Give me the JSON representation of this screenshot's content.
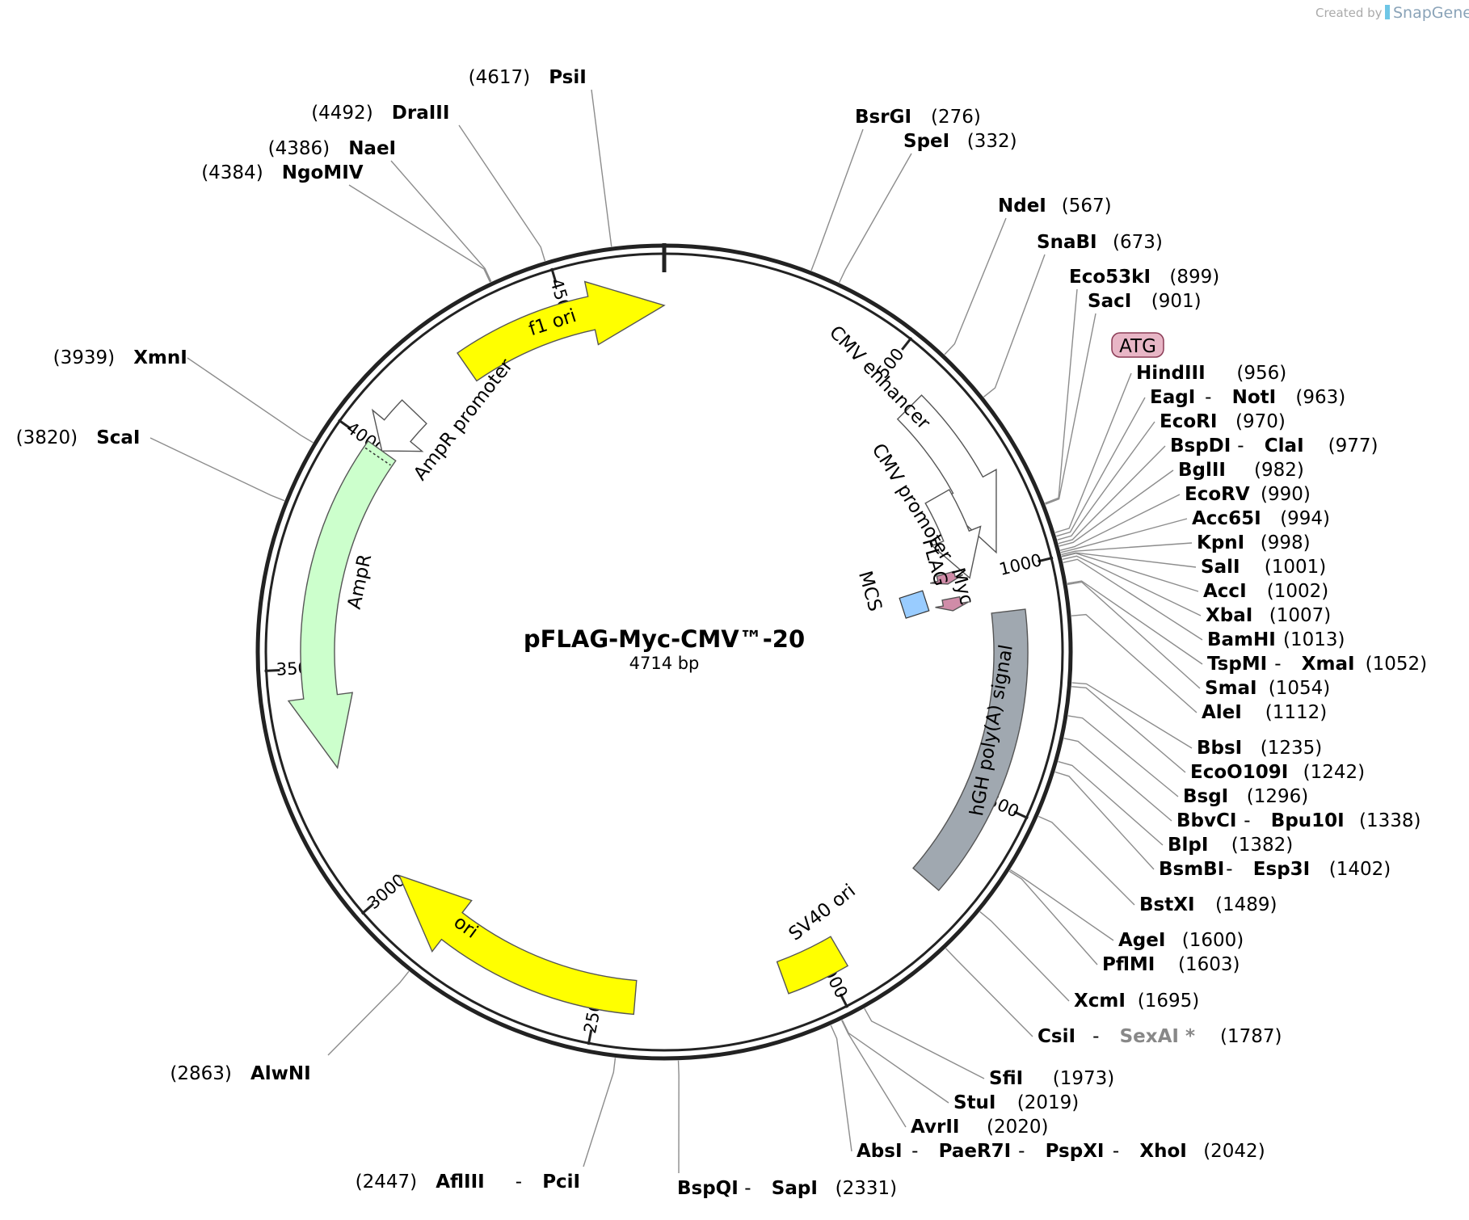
{
  "credit": {
    "prefix": "Created by",
    "brand": "SnapGene"
  },
  "plasmid": {
    "name": "pFLAG-Myc-CMV™-20",
    "size_label": "4714 bp",
    "length": 4714
  },
  "ticks": [
    {
      "pos": 500,
      "label": "500"
    },
    {
      "pos": 1000,
      "label": "1000"
    },
    {
      "pos": 1500,
      "label": "1500"
    },
    {
      "pos": 2000,
      "label": "2000"
    },
    {
      "pos": 2500,
      "label": "2500"
    },
    {
      "pos": 3000,
      "label": "3000"
    },
    {
      "pos": 3500,
      "label": "3500"
    },
    {
      "pos": 4000,
      "label": "4000"
    },
    {
      "pos": 4500,
      "label": "4500"
    }
  ],
  "features": [
    {
      "name": "f1 ori",
      "start": 4260,
      "end": 4714,
      "dir": 1,
      "fill": "#ffff00",
      "track": "outer"
    },
    {
      "name": "AmpR promoter",
      "start": 4000,
      "end": 4110,
      "dir": -1,
      "fill": "#ffffff",
      "track": "outer"
    },
    {
      "name": "AmpR",
      "start": 3280,
      "end": 4000,
      "dir": -1,
      "fill": "#ccffcc",
      "track": "outer"
    },
    {
      "name": "ori",
      "start": 2420,
      "end": 3010,
      "dir": 1,
      "fill": "#ffff00",
      "track": "outer"
    },
    {
      "name": "SV40 ori",
      "start": 1960,
      "end": 2095,
      "dir": 0,
      "fill": "#ffff00",
      "track": "outer"
    },
    {
      "name": "CMV enhancer",
      "start": 590,
      "end": 960,
      "dir": 1,
      "fill": "#ffffff",
      "track": "outer"
    },
    {
      "name": "CMV promoter",
      "start": 790,
      "end": 1000,
      "dir": 1,
      "fill": "#ffffff",
      "track": "inner"
    },
    {
      "name": "FLAG",
      "start": 975,
      "end": 1002,
      "dir": 1,
      "fill": "#d08ca8",
      "track": "small"
    },
    {
      "name": "Myc",
      "start": 1040,
      "end": 1072,
      "dir": 1,
      "fill": "#d08ca8",
      "track": "small"
    },
    {
      "name": "hGH poly(A) signal",
      "start": 1090,
      "end": 1715,
      "dir": 0,
      "fill": "#a0a8b0",
      "track": "outer"
    },
    {
      "name": "MCS",
      "start": 1025,
      "end": 1050,
      "dir": 0,
      "fill": "#99ccff",
      "track": "mcs"
    }
  ],
  "atg_label": "ATG",
  "sites": [
    {
      "pos": 4617,
      "names": [
        "PsiI"
      ],
      "pos_label": "(4617)"
    },
    {
      "pos": 4492,
      "names": [
        "DraIII"
      ],
      "pos_label": "(4492)"
    },
    {
      "pos": 4386,
      "names": [
        "NaeI"
      ],
      "pos_label": "(4386)"
    },
    {
      "pos": 4384,
      "names": [
        "NgoMIV"
      ],
      "pos_label": "(4384)"
    },
    {
      "pos": 3939,
      "names": [
        "XmnI"
      ],
      "pos_label": "(3939)"
    },
    {
      "pos": 3820,
      "names": [
        "ScaI"
      ],
      "pos_label": "(3820)"
    },
    {
      "pos": 2863,
      "names": [
        "AlwNI"
      ],
      "pos_label": "(2863)"
    },
    {
      "pos": 2447,
      "names": [
        "AflIII",
        "PciI"
      ],
      "pos_label": "(2447)"
    },
    {
      "pos": 2331,
      "names": [
        "BspQI",
        "SapI"
      ],
      "pos_label": "(2331)"
    },
    {
      "pos": 276,
      "names": [
        "BsrGI"
      ],
      "pos_label": "(276)"
    },
    {
      "pos": 332,
      "names": [
        "SpeI"
      ],
      "pos_label": "(332)"
    },
    {
      "pos": 567,
      "names": [
        "NdeI"
      ],
      "pos_label": "(567)"
    },
    {
      "pos": 673,
      "names": [
        "SnaBI"
      ],
      "pos_label": "(673)"
    },
    {
      "pos": 899,
      "names": [
        "Eco53kI"
      ],
      "pos_label": "(899)"
    },
    {
      "pos": 901,
      "names": [
        "SacI"
      ],
      "pos_label": "(901)"
    },
    {
      "pos": 956,
      "names": [
        "HindIII"
      ],
      "pos_label": "(956)"
    },
    {
      "pos": 963,
      "names": [
        "EagI",
        "NotI"
      ],
      "pos_label": "(963)"
    },
    {
      "pos": 970,
      "names": [
        "EcoRI"
      ],
      "pos_label": "(970)"
    },
    {
      "pos": 977,
      "names": [
        "BspDI",
        "ClaI"
      ],
      "pos_label": "(977)"
    },
    {
      "pos": 982,
      "names": [
        "BglII"
      ],
      "pos_label": "(982)"
    },
    {
      "pos": 990,
      "names": [
        "EcoRV"
      ],
      "pos_label": "(990)"
    },
    {
      "pos": 994,
      "names": [
        "Acc65I"
      ],
      "pos_label": "(994)"
    },
    {
      "pos": 998,
      "names": [
        "KpnI"
      ],
      "pos_label": "(998)"
    },
    {
      "pos": 1001,
      "names": [
        "SalI"
      ],
      "pos_label": "(1001)"
    },
    {
      "pos": 1002,
      "names": [
        "AccI"
      ],
      "pos_label": "(1002)"
    },
    {
      "pos": 1007,
      "names": [
        "XbaI"
      ],
      "pos_label": "(1007)"
    },
    {
      "pos": 1013,
      "names": [
        "BamHI"
      ],
      "pos_label": "(1013)"
    },
    {
      "pos": 1052,
      "names": [
        "TspMI",
        "XmaI"
      ],
      "pos_label": "(1052)"
    },
    {
      "pos": 1054,
      "names": [
        "SmaI"
      ],
      "pos_label": "(1054)"
    },
    {
      "pos": 1112,
      "names": [
        "AleI"
      ],
      "pos_label": "(1112)"
    },
    {
      "pos": 1235,
      "names": [
        "BbsI"
      ],
      "pos_label": "(1235)"
    },
    {
      "pos": 1242,
      "names": [
        "EcoO109I"
      ],
      "pos_label": "(1242)"
    },
    {
      "pos": 1296,
      "names": [
        "BsgI"
      ],
      "pos_label": "(1296)"
    },
    {
      "pos": 1338,
      "names": [
        "BbvCI",
        "Bpu10I"
      ],
      "pos_label": "(1338)"
    },
    {
      "pos": 1382,
      "names": [
        "BlpI"
      ],
      "pos_label": "(1382)"
    },
    {
      "pos": 1402,
      "names": [
        "BsmBI",
        "Esp3I"
      ],
      "pos_label": "(1402)"
    },
    {
      "pos": 1489,
      "names": [
        "BstXI"
      ],
      "pos_label": "(1489)"
    },
    {
      "pos": 1600,
      "names": [
        "AgeI"
      ],
      "pos_label": "(1600)"
    },
    {
      "pos": 1603,
      "names": [
        "PflMI"
      ],
      "pos_label": "(1603)"
    },
    {
      "pos": 1695,
      "names": [
        "XcmI"
      ],
      "pos_label": "(1695)"
    },
    {
      "pos": 1787,
      "names": [
        "CsiI",
        "SexAI *"
      ],
      "methylated": [
        false,
        true
      ],
      "pos_label": "(1787)"
    },
    {
      "pos": 1973,
      "names": [
        "SfiI"
      ],
      "pos_label": "(1973)"
    },
    {
      "pos": 2019,
      "names": [
        "StuI"
      ],
      "pos_label": "(2019)"
    },
    {
      "pos": 2020,
      "names": [
        "AvrII"
      ],
      "pos_label": "(2020)"
    },
    {
      "pos": 2042,
      "names": [
        "AbsI",
        "PaeR7I",
        "PspXI",
        "XhoI"
      ],
      "pos_label": "(2042)"
    }
  ]
}
